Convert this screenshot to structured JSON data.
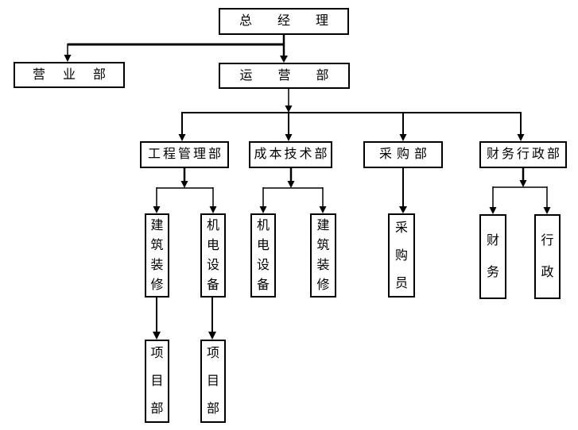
{
  "diagram": {
    "type": "org-chart",
    "background_color": "#ffffff",
    "line_color": "#000000",
    "box_border_color": "#000000",
    "text_color": "#000000",
    "nodes": {
      "general_manager": {
        "label": "总经理"
      },
      "sales_dept": {
        "label": "营业部"
      },
      "operations_dept": {
        "label": "运营部"
      },
      "engineering_mgmt_dept": {
        "label": "工程管理部"
      },
      "cost_tech_dept": {
        "label": "成本技术部"
      },
      "purchasing_dept": {
        "label": "采购部"
      },
      "finance_admin_dept": {
        "label": "财务行政部"
      },
      "construction_decoration_left": {
        "label": "建筑装修"
      },
      "mech_elec_equipment_left": {
        "label": "机电设备"
      },
      "mech_elec_equipment_mid": {
        "label": "机电设备"
      },
      "construction_decoration_mid": {
        "label": "建筑装修"
      },
      "purchaser": {
        "label": "采购员"
      },
      "finance": {
        "label": "财务"
      },
      "administration": {
        "label": "行政"
      },
      "project_dept_1": {
        "label": "项目部"
      },
      "project_dept_2": {
        "label": "项目部"
      }
    },
    "edges": [
      {
        "from": "总经理",
        "to": "营业部"
      },
      {
        "from": "总经理",
        "to": "运营部"
      },
      {
        "from": "运营部",
        "to": "工程管理部"
      },
      {
        "from": "运营部",
        "to": "成本技术部"
      },
      {
        "from": "运营部",
        "to": "采购部"
      },
      {
        "from": "运营部",
        "to": "财务行政部"
      },
      {
        "from": "工程管理部",
        "to": "建筑装修"
      },
      {
        "from": "工程管理部",
        "to": "机电设备"
      },
      {
        "from": "成本技术部",
        "to": "机电设备"
      },
      {
        "from": "成本技术部",
        "to": "建筑装修"
      },
      {
        "from": "采购部",
        "to": "采购员"
      },
      {
        "from": "财务行政部",
        "to": "财务"
      },
      {
        "from": "财务行政部",
        "to": "行政"
      },
      {
        "from": "建筑装修",
        "to": "项目部"
      },
      {
        "from": "机电设备",
        "to": "项目部"
      }
    ]
  }
}
